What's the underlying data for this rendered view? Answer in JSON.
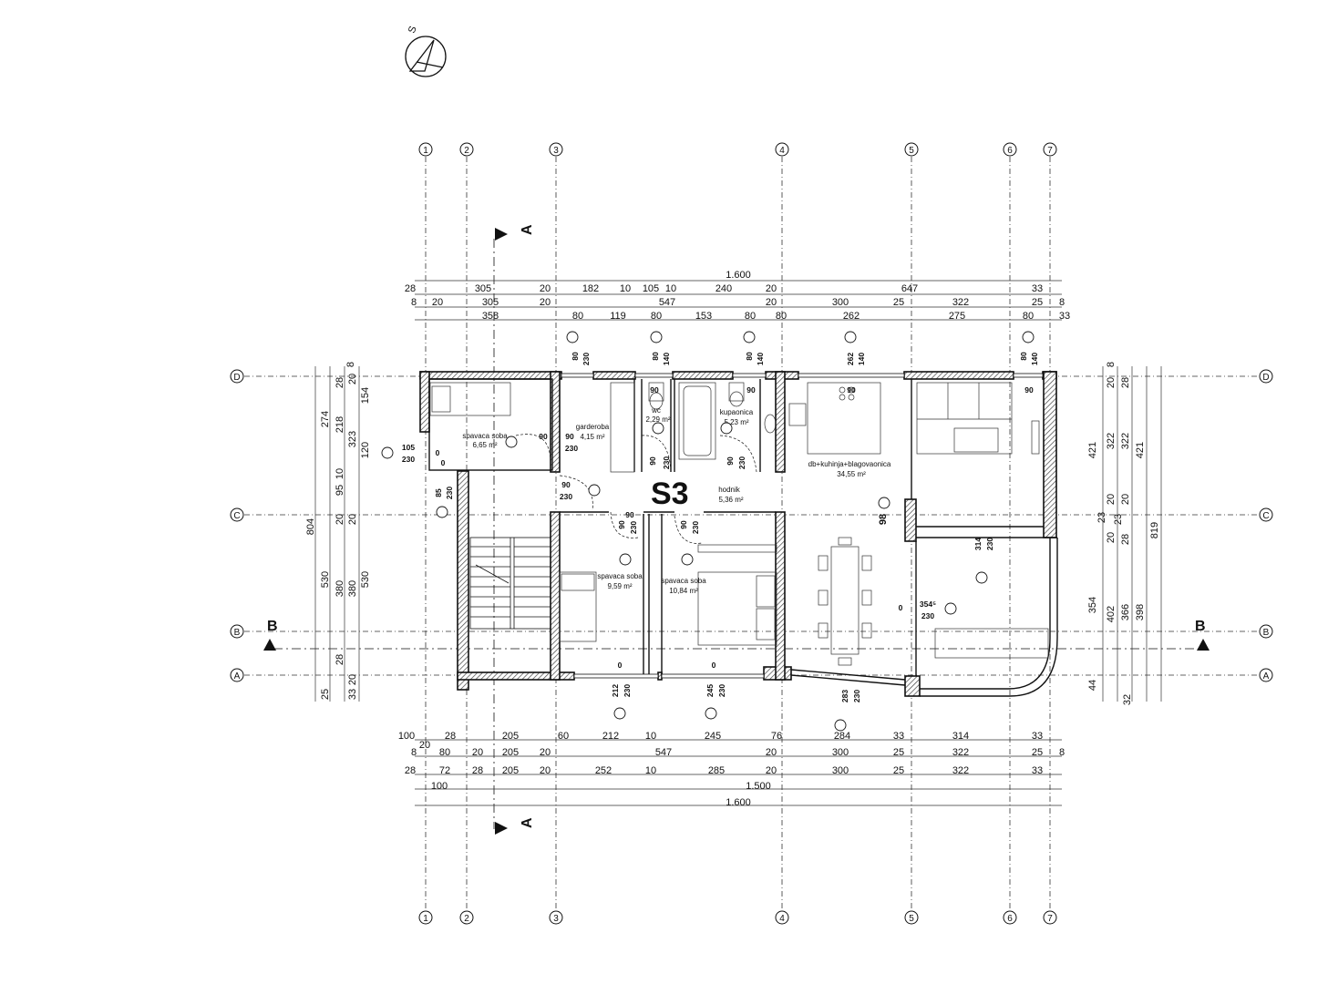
{
  "compass": {
    "label": "S"
  },
  "plan_label": "S3",
  "section_labels": {
    "a": "A",
    "b": "B"
  },
  "axes": {
    "vertical": [
      "1",
      "2",
      "3",
      "4",
      "5",
      "6",
      "7"
    ],
    "horizontal": [
      "D",
      "C",
      "B",
      "A"
    ]
  },
  "rooms": [
    {
      "name": "spavaca soba",
      "area": "6,65 m²"
    },
    {
      "name": "garderoba",
      "area": "4,15 m²"
    },
    {
      "name": "wc",
      "area": "2,29 m²"
    },
    {
      "name": "kupaonica",
      "area": "5,23 m²"
    },
    {
      "name": "hodnik",
      "area": "5,36 m²"
    },
    {
      "name": "db+kuhinja+blagovaonica",
      "area": "34,55 m²"
    },
    {
      "name": "spavaca soba",
      "area": "9,59 m²"
    },
    {
      "name": "spavaca soba",
      "area": "10,84 m²"
    }
  ],
  "dims_top": {
    "row0": [
      "1.600"
    ],
    "row1": [
      "28",
      "305",
      "20",
      "182",
      "10",
      "105",
      "10",
      "240",
      "20",
      "647",
      "33"
    ],
    "row2": [
      "8",
      "20",
      "305",
      "20",
      "547",
      "20",
      "300",
      "25",
      "322",
      "25",
      "8"
    ],
    "row3": [
      "358",
      "80",
      "119",
      "80",
      "153",
      "80",
      "80",
      "262",
      "275",
      "80",
      "33"
    ]
  },
  "dims_bottom": {
    "row1": [
      "100",
      "20",
      "28",
      "205",
      "60",
      "212",
      "10",
      "245",
      "76",
      "284",
      "33",
      "314",
      "33"
    ],
    "row2": [
      "8",
      "80",
      "20",
      "205",
      "20",
      "547",
      "20",
      "300",
      "25",
      "322",
      "25",
      "8"
    ],
    "row3": [
      "28",
      "72",
      "28",
      "205",
      "20",
      "252",
      "10",
      "285",
      "20",
      "300",
      "25",
      "322",
      "33"
    ],
    "row4": [
      "100",
      "1.500"
    ],
    "row5": [
      "1.600"
    ]
  },
  "dims_left": {
    "col_outer": [
      "804"
    ],
    "col_a": [
      "274",
      "530",
      "25"
    ],
    "col_b": [
      "28",
      "218",
      "95",
      "10",
      "20",
      "380",
      "28"
    ],
    "col_c": [
      "20",
      "323",
      "20",
      "380",
      "20",
      "33"
    ],
    "col_d": [
      "8",
      "154",
      "120",
      "530"
    ]
  },
  "dims_right": {
    "col_a": [
      "421",
      "354",
      "44"
    ],
    "col_b": [
      "8",
      "20",
      "322",
      "20",
      "23",
      "20",
      "402",
      "32"
    ],
    "col_c": [
      "28",
      "322",
      "20",
      "23",
      "28",
      "366"
    ],
    "col_d": [
      "421",
      "398"
    ],
    "col_e": [
      "819"
    ]
  },
  "openings": [
    {
      "w": "105",
      "h": "230"
    },
    {
      "w": "85",
      "h": "230"
    },
    {
      "w": "80",
      "h": "230"
    },
    {
      "w": "80",
      "h": "140"
    },
    {
      "w": "80",
      "h": "140"
    },
    {
      "w": "262",
      "h": "140"
    },
    {
      "w": "80",
      "h": "140"
    },
    {
      "w": "90",
      "h": "230"
    },
    {
      "w": "90",
      "h": "230"
    },
    {
      "w": "90",
      "h": "230"
    },
    {
      "w": "90",
      "h": "230"
    },
    {
      "w": "90",
      "h": "230"
    },
    {
      "w": "90",
      "h": "230"
    },
    {
      "w": "90",
      "h": "230"
    },
    {
      "w": "314",
      "h": "230"
    },
    {
      "w": "354⁵",
      "h": "230"
    },
    {
      "w": "212",
      "h": "230"
    },
    {
      "w": "245",
      "h": "230"
    },
    {
      "w": "283",
      "h": "230"
    }
  ],
  "door_marks": [
    "90",
    "90",
    "90",
    "90",
    "90",
    "0",
    "0",
    "0",
    "0",
    "0",
    "98"
  ]
}
